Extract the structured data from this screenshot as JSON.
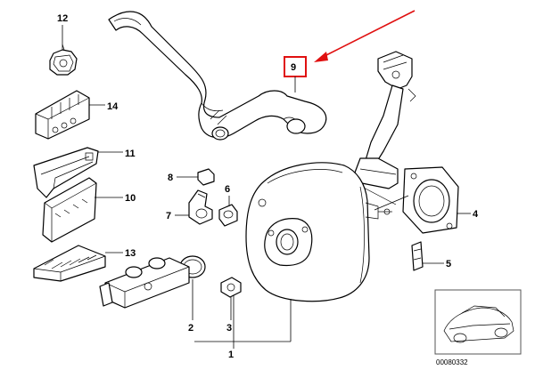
{
  "callouts": {
    "c1": "1",
    "c2": "2",
    "c3": "3",
    "c4": "4",
    "c5": "5",
    "c6": "6",
    "c7": "7",
    "c8": "8",
    "c9": "9",
    "c10": "10",
    "c11": "11",
    "c12": "12",
    "c13": "13",
    "c14": "14"
  },
  "reference_number": "00080332",
  "colors": {
    "highlight": "#e01010",
    "line": "#000000",
    "background": "#ffffff"
  }
}
